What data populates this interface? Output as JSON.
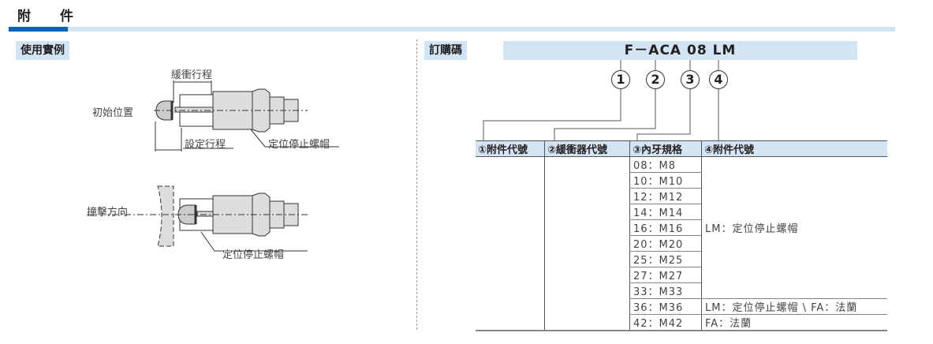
{
  "title": "附　件",
  "usage": {
    "label": "使用實例",
    "cushion_stroke": "緩衝行程",
    "initial_position": "初始位置",
    "set_stroke": "設定行程",
    "stop_nut": "定位停止螺帽",
    "impact_direction": "撞擊方向",
    "stop_nut_2": "定位停止螺帽"
  },
  "order": {
    "label": "訂購碼",
    "code": "F－ACA 08 LM",
    "circles": [
      "1",
      "2",
      "3",
      "4"
    ]
  },
  "table": {
    "headers": [
      "①附件代號",
      "②緩衝器代號",
      "③內牙規格",
      "④附件代號"
    ],
    "threads": [
      "08：M8",
      "10：M10",
      "12：M12",
      "14：M14",
      "16：M16",
      "20：M20",
      "25：M25",
      "27：M27",
      "33：M33",
      "36：M36",
      "42：M42"
    ],
    "accessory": [
      "LM：定位停止螺帽",
      "LM：定位停止螺帽 \\ FA：法蘭",
      "FA：法蘭"
    ]
  },
  "colors": {
    "accent": "#0a64b4",
    "light": "#d3e5f4"
  }
}
